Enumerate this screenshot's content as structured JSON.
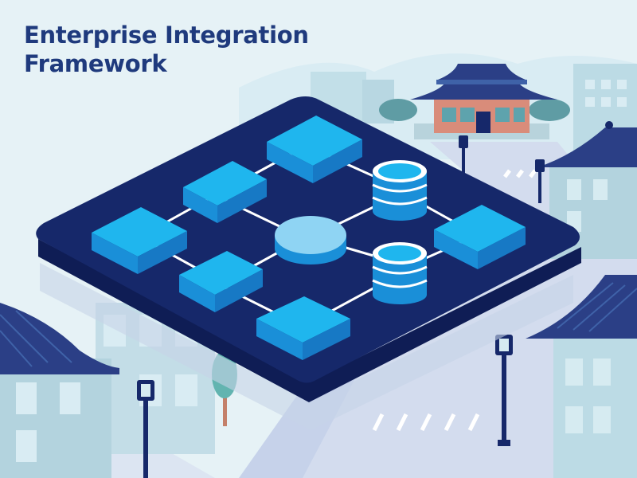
{
  "title": {
    "line1": "Enterprise Integration",
    "line2": "Framework"
  },
  "colors": {
    "background": "#e6f2f6",
    "platform": "#16286a",
    "module_top": "#1fb6ee",
    "module_side": "#1a8fd8",
    "connector": "#ffffff",
    "title_text": "#1f3a7d",
    "roof": "#2b3f86",
    "building": "#c9e4ec",
    "road": "#d3dcee"
  },
  "icons": {
    "platform": "isometric-integration-platform",
    "modules": "service-block-icon",
    "databases": "database-cylinder-icon",
    "hub": "central-hub-disc-icon",
    "streetlamps": "street-lamp-icon",
    "temple": "traditional-pavilion-icon"
  }
}
